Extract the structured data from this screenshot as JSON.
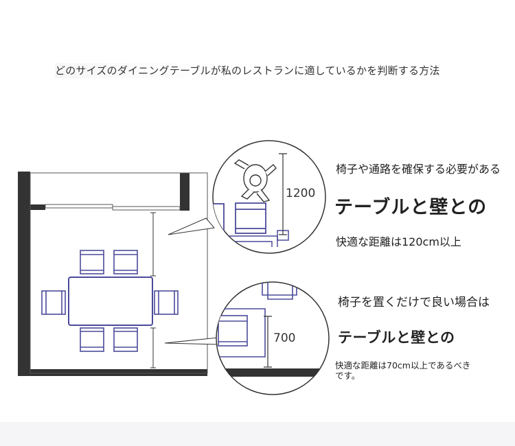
{
  "title": "どのサイズのダイニングテーブルが私のレストランに適しているかを判断する方法",
  "callout_top": {
    "note": "椅子や通路を確保する必要がある",
    "heading": "テーブルと壁との",
    "detail": "快適な距離は120cm以上",
    "dimension": "1200"
  },
  "callout_bottom": {
    "note": "椅子を置くだけで良い場合は",
    "heading": "テーブルと壁との",
    "detail": "快適な距離は70cm以上であるべきです。",
    "dimension": "700"
  },
  "colors": {
    "wall": "#333333",
    "chair": "#4a4a9a",
    "chair_fill": "#e8e8f4",
    "line": "#333333"
  }
}
